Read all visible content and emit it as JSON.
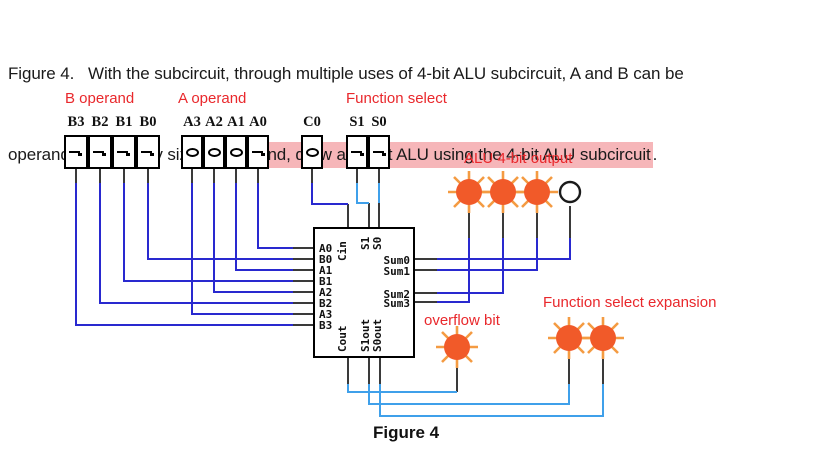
{
  "header": {
    "line1": "Figure 4.   With the subcircuit, through multiple uses of 4-bit ALU subcircuit, A and B can be",
    "line2_plain": "operands of arbitrary sizes.  ",
    "line2_highlight": "By hand, draw an 8-bit ALU using the 4-bit ALU subcircuit",
    "line2_after": "."
  },
  "labels": {
    "b_operand": "B operand",
    "a_operand": "A operand",
    "function_select": "Function select",
    "alu_output": "ALU 4-bit output",
    "overflow": "overflow bit",
    "function_select_expansion": "Function select expansion"
  },
  "switches": {
    "b_group": [
      {
        "label": "B3",
        "state": "1"
      },
      {
        "label": "B2",
        "state": "1"
      },
      {
        "label": "B1",
        "state": "1"
      },
      {
        "label": "B0",
        "state": "1"
      }
    ],
    "a_group": [
      {
        "label": "A3",
        "state": "0"
      },
      {
        "label": "A2",
        "state": "0"
      },
      {
        "label": "A1",
        "state": "0"
      },
      {
        "label": "A0",
        "state": "1"
      }
    ],
    "c_group": [
      {
        "label": "C0",
        "state": "0"
      }
    ],
    "s_group": [
      {
        "label": "S1",
        "state": "1"
      },
      {
        "label": "S0",
        "state": "1"
      }
    ]
  },
  "chip": {
    "left_pins": [
      "A0",
      "B0",
      "A1",
      "B1",
      "A2",
      "B2",
      "A3",
      "B3"
    ],
    "right_pins": [
      "Sum0",
      "Sum1",
      "Sum2",
      "Sum3"
    ],
    "top_pins": [
      "Cin",
      "S1",
      "S0"
    ],
    "bottom_pins": [
      "Cout",
      "S1out",
      "S0out"
    ]
  },
  "leds": {
    "alu_output": [
      {
        "state": "on"
      },
      {
        "state": "on"
      },
      {
        "state": "on"
      },
      {
        "state": "off"
      }
    ],
    "overflow": {
      "state": "on"
    },
    "expansion": [
      {
        "state": "on"
      },
      {
        "state": "on"
      }
    ]
  },
  "caption": "Figure 4",
  "colors": {
    "ink": "#1a1a1a",
    "red": "#e9282c",
    "hl": "#f6b6b9",
    "wire-blue": "#2929cf",
    "wire-cyan": "#3fa0ea",
    "stub": "#3a3a3a",
    "led-fill": "#f15a29",
    "led-rays": "#f49b42"
  }
}
